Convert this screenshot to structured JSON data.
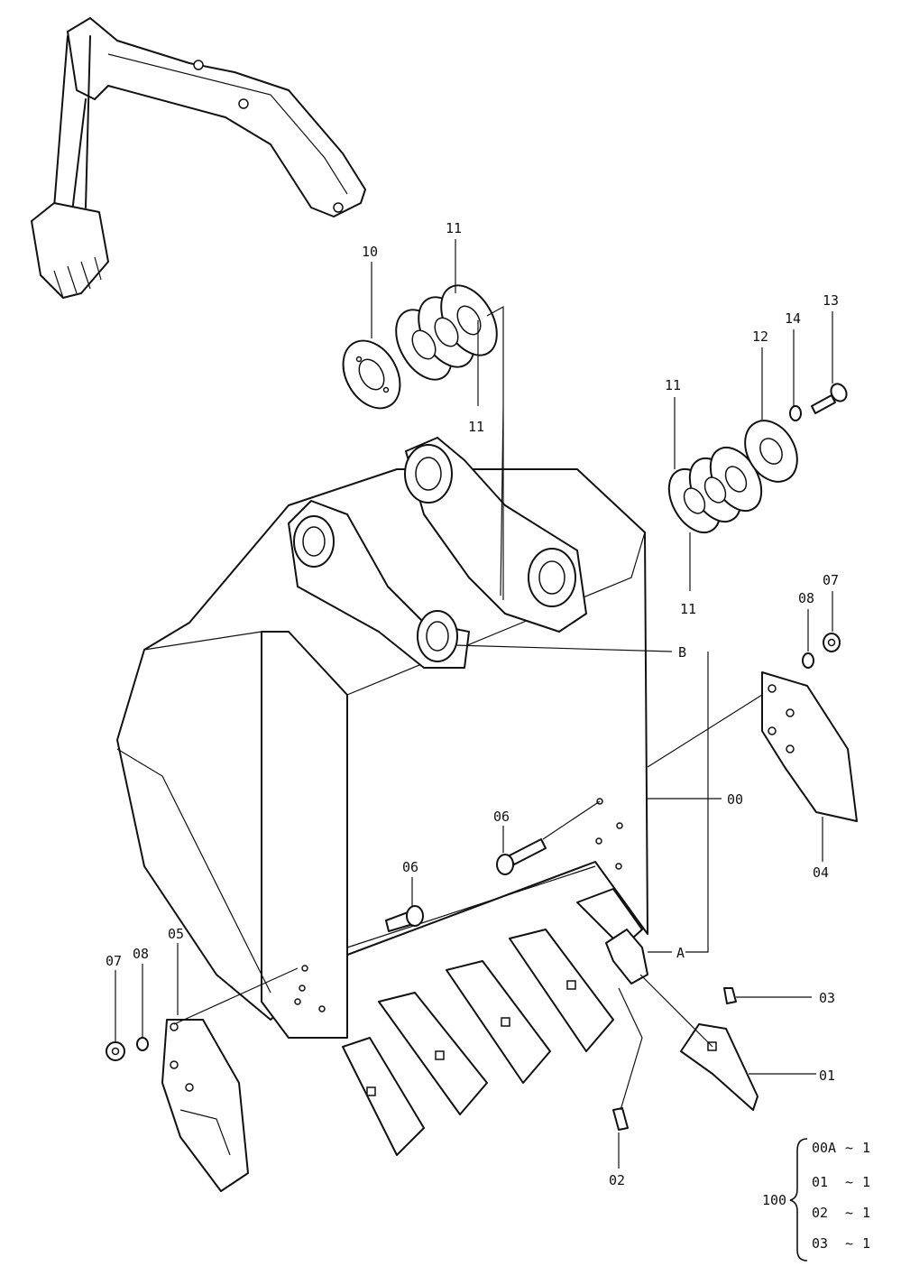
{
  "labels": [
    {
      "id": "11-top",
      "text": "11"
    },
    {
      "id": "10",
      "text": "10"
    },
    {
      "id": "11-mid",
      "text": "11"
    },
    {
      "id": "11-right",
      "text": "11"
    },
    {
      "id": "11-right-low",
      "text": "11"
    },
    {
      "id": "12",
      "text": "12"
    },
    {
      "id": "14",
      "text": "14"
    },
    {
      "id": "13",
      "text": "13"
    },
    {
      "id": "08-right",
      "text": "08"
    },
    {
      "id": "07-right",
      "text": "07"
    },
    {
      "id": "B",
      "text": "B"
    },
    {
      "id": "00",
      "text": "00"
    },
    {
      "id": "04",
      "text": "04"
    },
    {
      "id": "06-a",
      "text": "06"
    },
    {
      "id": "06-b",
      "text": "06"
    },
    {
      "id": "05",
      "text": "05"
    },
    {
      "id": "07-left",
      "text": "07"
    },
    {
      "id": "08-left",
      "text": "08"
    },
    {
      "id": "A",
      "text": "A"
    },
    {
      "id": "03",
      "text": "03"
    },
    {
      "id": "01",
      "text": "01"
    },
    {
      "id": "02",
      "text": "02"
    }
  ],
  "kit": {
    "number": "100",
    "rows": [
      {
        "part": "00A",
        "sep": "~",
        "qty": "1"
      },
      {
        "part": "01",
        "sep": "~",
        "qty": "1"
      },
      {
        "part": "02",
        "sep": "~",
        "qty": "1"
      },
      {
        "part": "03",
        "sep": "~",
        "qty": "1"
      }
    ]
  }
}
